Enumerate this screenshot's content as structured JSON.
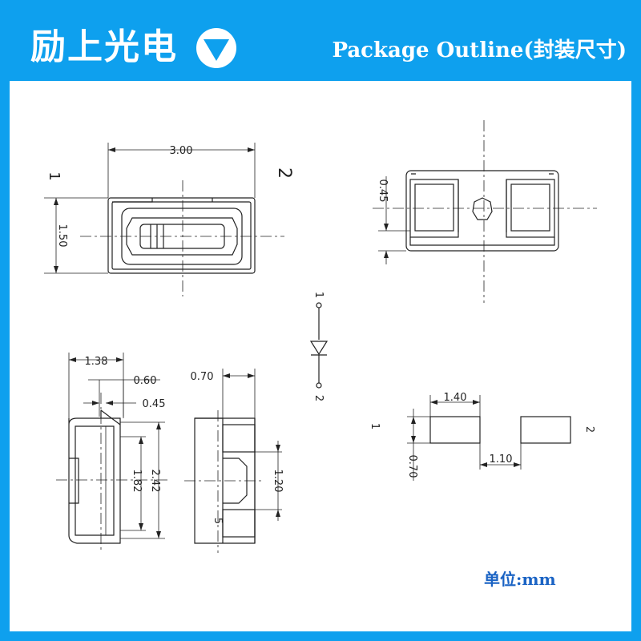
{
  "header": {
    "brand": "励上光电",
    "title": "Package Outline(封装尺寸)",
    "logo_icon": "triangle-down-circle-icon"
  },
  "colors": {
    "frame": "#0ea0ee",
    "panel": "#ffffff",
    "line": "#222222",
    "unit_text": "#1a63c4"
  },
  "top_view": {
    "pin1": "1",
    "pin2": "2",
    "width": "3.00",
    "height": "1.50"
  },
  "bottom_view": {
    "pad_gap": "0.45"
  },
  "symbol": {
    "pin1": "1",
    "pin2": "2"
  },
  "side_view": {
    "width": "1.38",
    "a": "0.60",
    "b": "0.45",
    "inner": "1.82",
    "outer": "2.42"
  },
  "end_view": {
    "depth": "0.70",
    "window": "1.20",
    "mark": "5"
  },
  "pad_layout": {
    "pin1": "1",
    "pin2": "2",
    "pad_w": "1.40",
    "pad_h": "0.70",
    "gap": "1.10"
  },
  "unit": "单位:mm"
}
